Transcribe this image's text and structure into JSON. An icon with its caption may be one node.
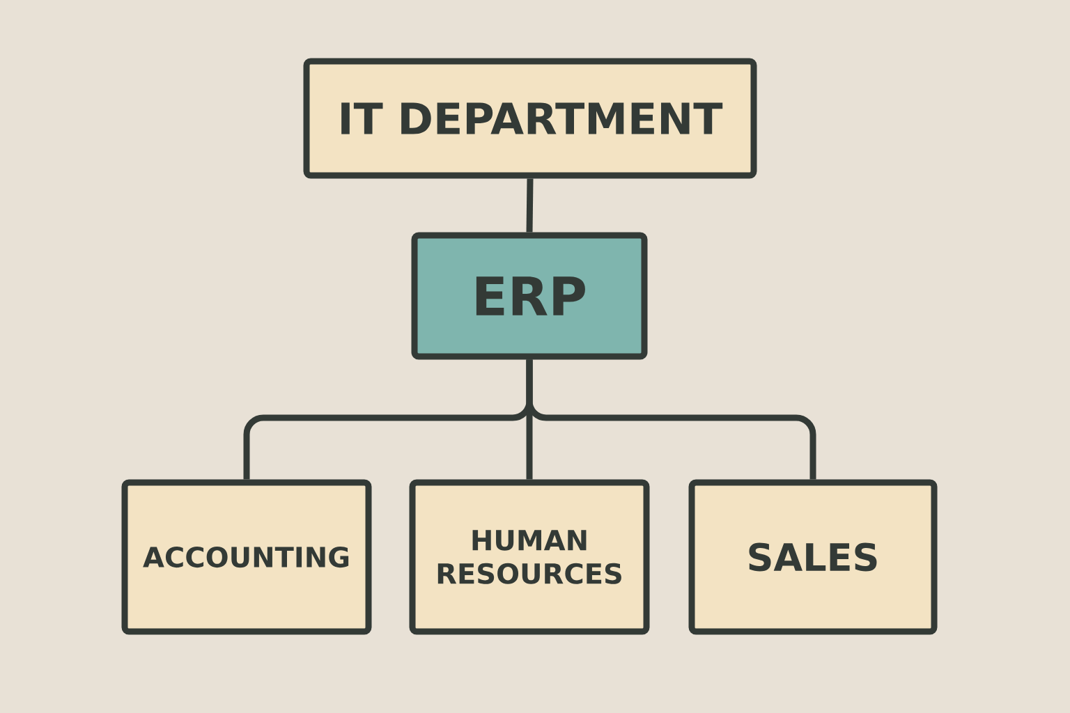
{
  "diagram": {
    "nodes": [
      {
        "text": [
          "IT DEPARTMENT"
        ]
      },
      {
        "text": [
          "ERP"
        ]
      },
      {
        "text": [
          "ACCOUNTING"
        ]
      },
      {
        "text": [
          "HUMAN RESOURCES"
        ]
      },
      {
        "text": [
          "SALES"
        ]
      }
    ],
    "edges": [
      {
        "from": 0,
        "to": 1,
        "arrow": "none"
      },
      {
        "from": 1,
        "to": 2,
        "arrow": "none"
      },
      {
        "from": 1,
        "to": 3,
        "arrow": "none"
      },
      {
        "from": 1,
        "to": 4,
        "arrow": "none"
      }
    ]
  }
}
